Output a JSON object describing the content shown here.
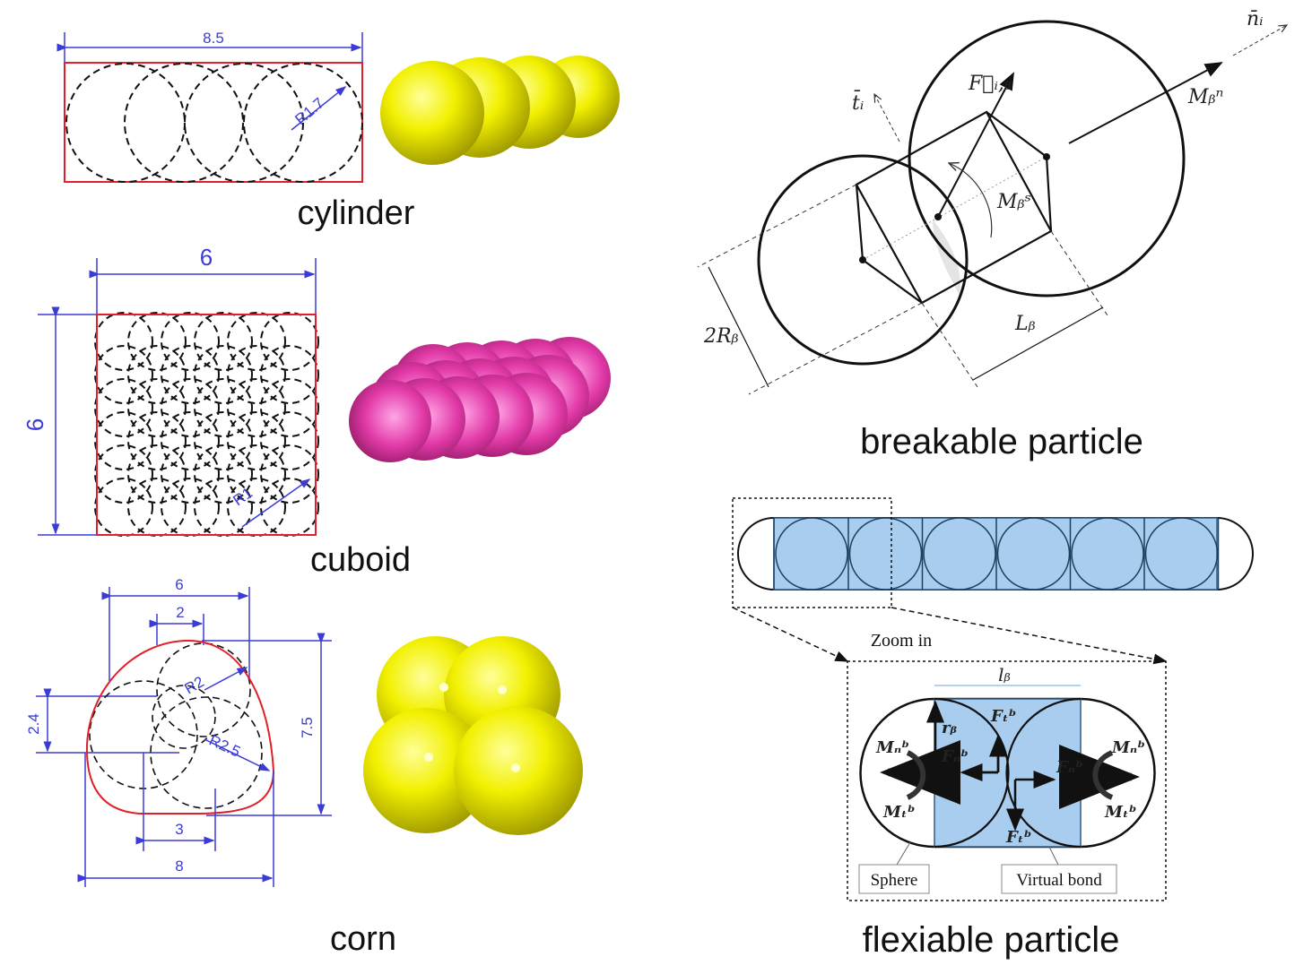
{
  "panels": {
    "cylinder": {
      "caption": "cylinder",
      "dims": {
        "length": "8.5",
        "radius": "R1.7"
      }
    },
    "cuboid": {
      "caption": "cuboid",
      "dims": {
        "width": "6",
        "height": "6",
        "radius": "R1"
      }
    },
    "corn": {
      "caption": "corn",
      "dims": {
        "top_width": "6",
        "inner_width": "2",
        "radius_small": "R2",
        "offset": "2.4",
        "radius_large": "R2.5",
        "height": "7.5",
        "bottom_inner": "3",
        "bottom_width": "8"
      }
    },
    "breakable": {
      "caption": "breakable particle",
      "labels": {
        "n": "n̄ᵢ",
        "t": "t̄ᵢ",
        "F": "F⃗ᵢ,ᵦ",
        "Mn": "Mᵦⁿ",
        "Ms": "Mᵦˢ",
        "R": "2Rᵦ",
        "L": "Lᵦ"
      }
    },
    "flexible": {
      "caption": "flexiable particle",
      "zoom_label": "Zoom in",
      "labels": {
        "lb": "lᵦ",
        "rb": "rᵦ",
        "Ft_top": "Fₜᵇ",
        "Fn_left": "Fₙᵇ",
        "Fn_right": "Fₙᵇ",
        "Ft_bottom": "Fₜᵇ",
        "Mn_left": "Mₙᵇ",
        "Mt_left": "Mₜᵇ",
        "Mn_right": "Mₙᵇ",
        "Mt_right": "Mₜᵇ"
      },
      "callouts": {
        "sphere": "Sphere",
        "bond": "Virtual bond"
      }
    }
  },
  "colors": {
    "yellow": "#f2f000",
    "pink": "#e23aa8",
    "bond_blue": "#a9cdef",
    "dimension": "#3b3bd6",
    "outline_red": "#e0202a"
  }
}
